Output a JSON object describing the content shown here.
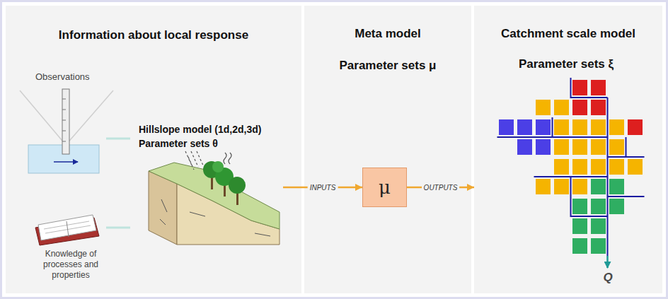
{
  "diagram": {
    "nodes": [
      {
        "text": [
          "Information about local response"
        ]
      },
      {
        "text": [
          "Hillslope model (1d,2d,3d)",
          "Parameter sets θ"
        ],
        "in": 0
      },
      {
        "text": [
          "Meta model",
          "Parameter sets μ"
        ]
      },
      {
        "text": [
          "μ"
        ],
        "in": 2
      },
      {
        "text": [
          "Catchment scale model",
          "Parameter sets ξ"
        ]
      }
    ],
    "edges": [
      {
        "from": 1,
        "to": 3,
        "arrow": "to",
        "label": "INPUTS"
      },
      {
        "from": 3,
        "to": 4,
        "arrow": "to",
        "label": "OUTPUTS"
      }
    ],
    "labels": [
      "Observations",
      "Knowledge of processes and properties",
      "Q"
    ]
  }
}
